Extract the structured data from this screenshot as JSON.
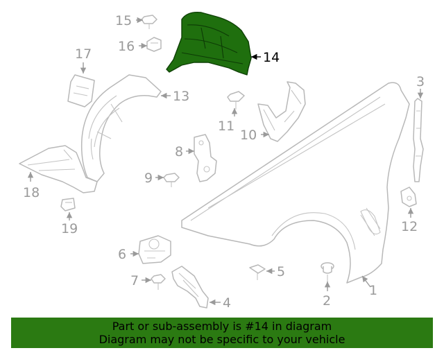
{
  "callouts": {
    "c1": "1",
    "c2": "2",
    "c3": "3",
    "c4": "4",
    "c5": "5",
    "c6": "6",
    "c7": "7",
    "c8": "8",
    "c9": "9",
    "c10": "10",
    "c11": "11",
    "c12": "12",
    "c13": "13",
    "c14": "14",
    "c15": "15",
    "c16": "16",
    "c17": "17",
    "c18": "18",
    "c19": "19"
  },
  "highlighted_part": "14",
  "colors": {
    "highlight": "#1f6f0e",
    "banner": "#2b7a12",
    "line_art": "#b8b8b8",
    "callout_text": "#9a9a9a"
  },
  "banner": {
    "line1": "Part or sub-assembly is #14 in diagram",
    "line2": "Diagram may not be specific to your vehicle"
  }
}
